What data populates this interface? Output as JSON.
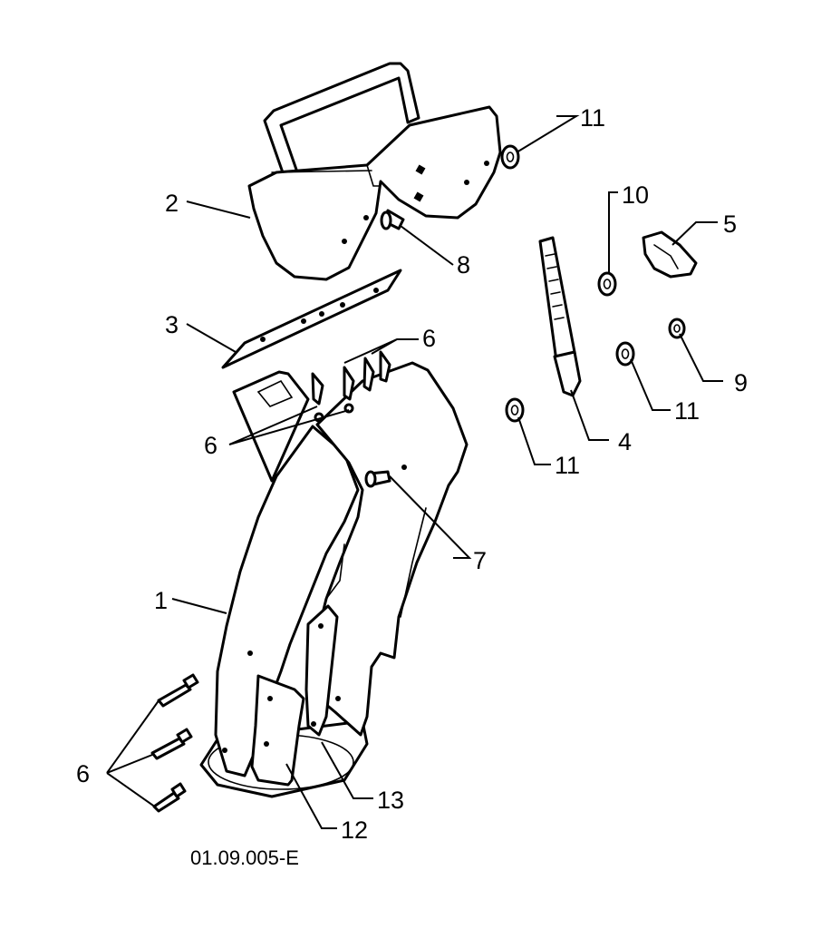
{
  "callouts": {
    "c1": "1",
    "c2": "2",
    "c3": "3",
    "c4": "4",
    "c5": "5",
    "c6a": "6",
    "c6b": "6",
    "c6c": "6",
    "c7": "7",
    "c8": "8",
    "c9": "9",
    "c10": "10",
    "c11a": "11",
    "c11b": "11",
    "c11c": "11",
    "c12": "12",
    "c13": "13"
  },
  "drawing_code": "01.09.005-E"
}
